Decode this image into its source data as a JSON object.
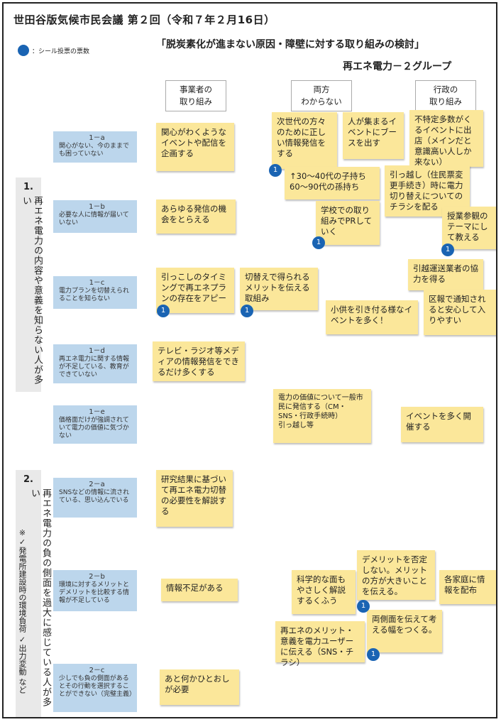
{
  "header": {
    "title": "世田谷版気候市民会議 第２回（令和７年２月16日）",
    "legend": "：シール投票の票数",
    "subtitle": "「脱炭素化が進まない原因・障壁に対する取り組みの検討」",
    "group": "再エネ電力－２グループ"
  },
  "columns": [
    "事業者の\n取り組み",
    "両方\nわからない",
    "行政の\n取り組み"
  ],
  "sections": [
    {
      "num": "1.",
      "text": "再エネ電力の内容や意義を知らない人が多い"
    },
    {
      "num": "2.",
      "text": "再エネ電力の負の側面を過大に感じている人が多い",
      "note": "※✓発電所建設時の環境負荷 ✓出力変動 など"
    }
  ],
  "categories": [
    {
      "code": "1－a",
      "text": "関心がない、今のままでも困っていない"
    },
    {
      "code": "1－b",
      "text": "必要な人に情報が届いていない"
    },
    {
      "code": "1－c",
      "text": "電力プランを切替えられることを知らない"
    },
    {
      "code": "1－d",
      "text": "再エネ電力に関する情報が不足している、教育ができていない"
    },
    {
      "code": "1－e",
      "text": "価格面だけが強調されていて電力の価値に気づかない"
    },
    {
      "code": "2－a",
      "text": "SNSなどの情報に流されている、思い込んでいる"
    },
    {
      "code": "2－b",
      "text": "環境に対するメリットとデメリットを比較する情報が不足している"
    },
    {
      "code": "2－c",
      "text": "少しでも負の側面があるとその行動を選択することができない（完璧主義）"
    }
  ],
  "stickies": [
    "関心がわくようなイベントや配信を企画する",
    "次世代の方々のために正しい情報発信をする",
    "人が集まるイベントにブースを出す",
    "不特定多数がくるイベントに出店（メインだと意識高い人しか来ない）",
    "↑30～40代の子持ち\n60～90代の孫持ち",
    "引っ越し（住民票変更手続き）時に電力切り替えについてのチラシを配る",
    "あらゆる発信の機会をとらえる",
    "学校での取り組みでPRしていく",
    "授業参観のテーマにして教える",
    "引越運送業者の協力を得る",
    "引っこしのタイミングで再エネプランの存在をアピール",
    "切替えで得られるメリットを伝える取組み",
    "区報で通知されると安心して入りやすい",
    "小供を引き付る様なイベントを多く！",
    "テレビ・ラジオ等メディアの情報発信をできるだけ多くする",
    "電力の価値について一般市民に発信する（CM・SNS・行政手続時）\n引っ越し等",
    "イベントを多く開催する",
    "研究結果に基づいて再エネ電力切替の必要性を解説する",
    "デメリットを否定しない。メリットの方が大きいことを伝える。",
    "科学的な面もやさしく解説するくふう",
    "各家庭に情報を配布",
    "情報不足がある",
    "両側面を伝えて考える幅をつくる。",
    "再エネのメリット・意義を電力ユーザーに伝える（SNS・チラシ）",
    "あと何かひとおしが必要"
  ],
  "votes": [
    "1",
    "1",
    "1",
    "1",
    "1",
    "1",
    "1"
  ],
  "colors": {
    "vote": "#1a64b3",
    "sticky": "#fbe79a",
    "category": "#bcd6ec",
    "section": "#e9e9e9"
  }
}
